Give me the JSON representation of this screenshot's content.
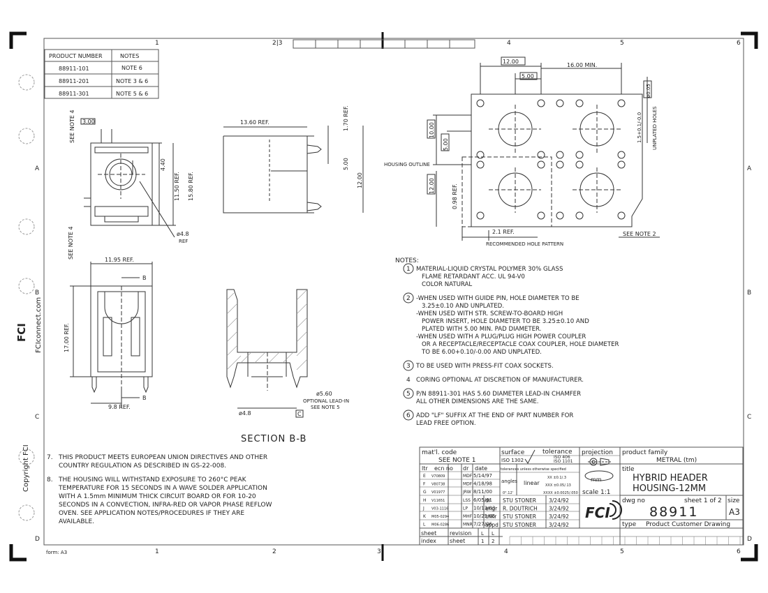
{
  "zone_cols": [
    "1",
    "2",
    "3",
    "4",
    "5",
    "6"
  ],
  "zone_rows": [
    "A",
    "B",
    "C",
    "D"
  ],
  "side_texts": {
    "website": "FCIconnect.com",
    "copyright": "Copyright FCI",
    "logo": "FCI",
    "form": "form: A3"
  },
  "product_table": {
    "headers": [
      "PRODUCT NUMBER",
      "NOTES"
    ],
    "rows": [
      [
        "88911-101",
        "NOTE 6"
      ],
      [
        "88911-201",
        "NOTE 3 & 6"
      ],
      [
        "88911-301",
        "NOTE 5 & 6"
      ]
    ]
  },
  "dims": {
    "d300": "3.00",
    "see_note4": "SEE NOTE 4",
    "d1360": "13.60 REF.",
    "d170": "1.70 REF.",
    "d440": "4.40",
    "d1150": "11.50 REF.",
    "d1580": "15.80 REF.",
    "d500": "5.00",
    "d1200": "12.00",
    "phi48": "ø4.8",
    "ref": "REF",
    "d1195": "11.95 REF.",
    "b": "B",
    "d1700": "17.00 REF.",
    "d980": "9.8 REF.",
    "phi560": "ø5.60",
    "optional": "OPTIONAL LEAD-IN",
    "see_note5": "SEE NOTE 5",
    "c": "C",
    "section": "SECTION B-B",
    "hole_1200": "12.00",
    "hole_1600": "16.00 MIN.",
    "hole_500": "5.00",
    "phi005": "ø0.05",
    "hole_1000": "10.00",
    "hole_500v": "5.00",
    "hole_1200v": "12.00",
    "d098": "0.98 REF.",
    "housing_outline": "HOUSING OUTLINE",
    "d21": "2.1 REF.",
    "see_note2": "SEE NOTE 2",
    "recommended": "RECOMMENDED HOLE PATTERN",
    "unplated": "UNPLATED HOLES",
    "tol": "1.5+0.1/-0.0"
  },
  "notes_title": "NOTES:",
  "notes": [
    {
      "num": "1",
      "circled": true,
      "lines": [
        "MATERIAL-LIQUID CRYSTAL POLYMER 30% GLASS",
        "FLAME RETARDANT ACC. UL 94-V0",
        "COLOR NATURAL"
      ]
    },
    {
      "num": "2",
      "circled": true,
      "lines": [
        "-WHEN USED WITH GUIDE PIN, HOLE DIAMETER TO BE",
        "3.25±0.10 AND UNPLATED.",
        "-WHEN USED WITH STR. SCREW-TO-BOARD HIGH",
        "POWER INSERT, HOLE DIAMETER TO BE 3.25±0.10 AND",
        "PLATED WITH 5.00 MIN. PAD DIAMETER.",
        "-WHEN USED WITH A PLUG/PLUG HIGH POWER COUPLER",
        "OR A RECEPTACLE/RECEPTACLE COAX COUPLER, HOLE DIAMETER",
        "TO BE 6.00+0.10/-0.00 AND UNPLATED."
      ]
    },
    {
      "num": "3",
      "circled": true,
      "lines": [
        "TO BE USED WITH PRESS-FIT COAX SOCKETS."
      ]
    },
    {
      "num": "4",
      "circled": false,
      "lines": [
        "CORING OPTIONAL AT DISCRETION OF MANUFACTURER."
      ]
    },
    {
      "num": "5",
      "circled": true,
      "lines": [
        "P/N 88911-301 HAS 5.60 DIAMETER LEAD-IN CHAMFER",
        "ALL OTHER DIMENSIONS ARE THE SAME."
      ]
    },
    {
      "num": "6",
      "circled": true,
      "lines": [
        "ADD \"LF\" SUFFIX AT THE END OF PART NUMBER FOR",
        "LEAD FREE OPTION."
      ]
    }
  ],
  "notes_left": [
    {
      "num": "7.",
      "lines": [
        "THIS PRODUCT MEETS EUROPEAN UNION DIRECTIVES AND OTHER",
        "COUNTRY REGULATION AS DESCRIBED IN GS-22-008."
      ]
    },
    {
      "num": "8.",
      "lines": [
        "THE HOUSING WILL WITHSTAND EXPOSURE TO 260°C PEAK",
        "TEMPERATURE FOR 15 SECONDS IN A WAVE SOLDER APPLICATION",
        "WITH A 1.5mm MINIMUM THICK CIRCUIT BOARD OR FOR 10-20",
        "SECONDS IN A CONVECTION, INFRA-RED OR VAPOR PHASE REFLOW",
        "OVEN. SEE APPLICATION NOTES/PROCEDURES IF THEY ARE",
        "AVAILABLE."
      ]
    }
  ],
  "title_block": {
    "matl_label": "mat'l. code",
    "matl_value": "SEE NOTE 1",
    "surface_label": "surface",
    "surface_value": "ISO 1302",
    "tol_label": "tolerance",
    "tol_iso1": "ISO 406",
    "tol_iso2": "ISO 1101",
    "projection": "projection",
    "tol_note": "tolerances unless otherwise specified",
    "angles": "angles",
    "linear": "linear",
    "lin_vals": [
      "XX ±0.1/.3",
      "XXX ±0.05/.13",
      "XXXX ±0.0025/.050"
    ],
    "ang_val": "0°.12'",
    "unit": "mm",
    "scale": "scale 1:1",
    "rev_headers": [
      "ltr",
      "ecn no",
      "dr",
      "date"
    ],
    "revs": [
      [
        "E",
        "V70809",
        "MDF",
        "5/14/97"
      ],
      [
        "F",
        "V80738",
        "MDF",
        "4/18/98"
      ],
      [
        "G",
        "V01977",
        "JRW",
        "8/11/00"
      ],
      [
        "H",
        "V11651",
        "LSS",
        "6/05/01"
      ],
      [
        "J",
        "V03-1116",
        "LP",
        "10/13/03"
      ],
      [
        "K",
        "M05-0294",
        "MHF",
        "10/25/05"
      ],
      [
        "L",
        "M06-0286",
        "MNR",
        "7/27/06"
      ]
    ],
    "roles": [
      [
        "dr",
        "STU STONER",
        "3/24/92"
      ],
      [
        "engr",
        "R. DOUTRICH",
        "3/24/92"
      ],
      [
        "chkr",
        "STU STONER",
        "3/24/92"
      ],
      [
        "appd",
        "STU STONER",
        "3/24/92"
      ]
    ],
    "sheet_label": "sheet",
    "revision_label": "revision",
    "index_label": "index",
    "sheet_vals": [
      "L",
      "L"
    ],
    "index_vals": [
      "1",
      "2"
    ],
    "family_label": "product family",
    "family_value": "METRAL (tm)",
    "title_label": "title",
    "title_lines": [
      "HYBRID HEADER",
      "HOUSING-12MM"
    ],
    "dwg_label": "dwg no",
    "dwg_no": "88911",
    "sheet_of": "sheet 1 of 2",
    "size_label": "size",
    "size_value": "A3",
    "type_label": "type",
    "type_value": "Product Customer Drawing"
  }
}
